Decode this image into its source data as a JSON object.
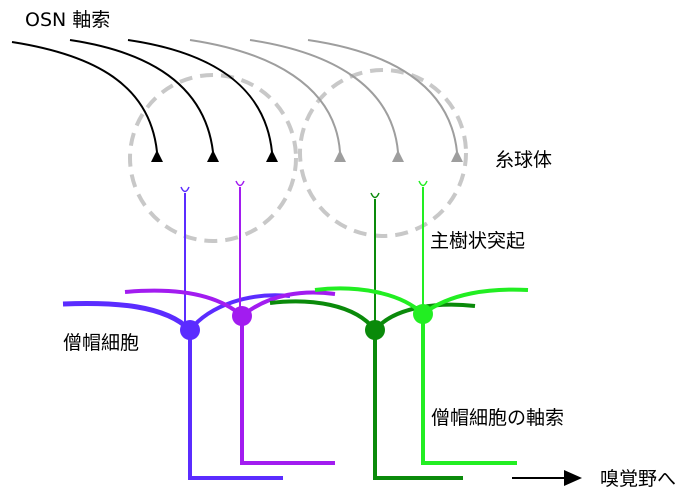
{
  "labels": {
    "osn_axon": "OSN 軸索",
    "glomerulus": "糸球体",
    "apical_dendrite": "主樹状突起",
    "mitral_cell": "僧帽細胞",
    "mitral_axon": "僧帽細胞の軸索",
    "to_olfactory_cortex": "嗅覚野へ"
  },
  "colors": {
    "osn_active": "#000000",
    "osn_inactive": "#9e9e9e",
    "glomerulus_outline": "#c8c8c8",
    "mitral_blue": "#5b2cff",
    "mitral_purple": "#a21cf0",
    "mitral_dark_green": "#0a8a0a",
    "mitral_light_green": "#22ee22"
  }
}
